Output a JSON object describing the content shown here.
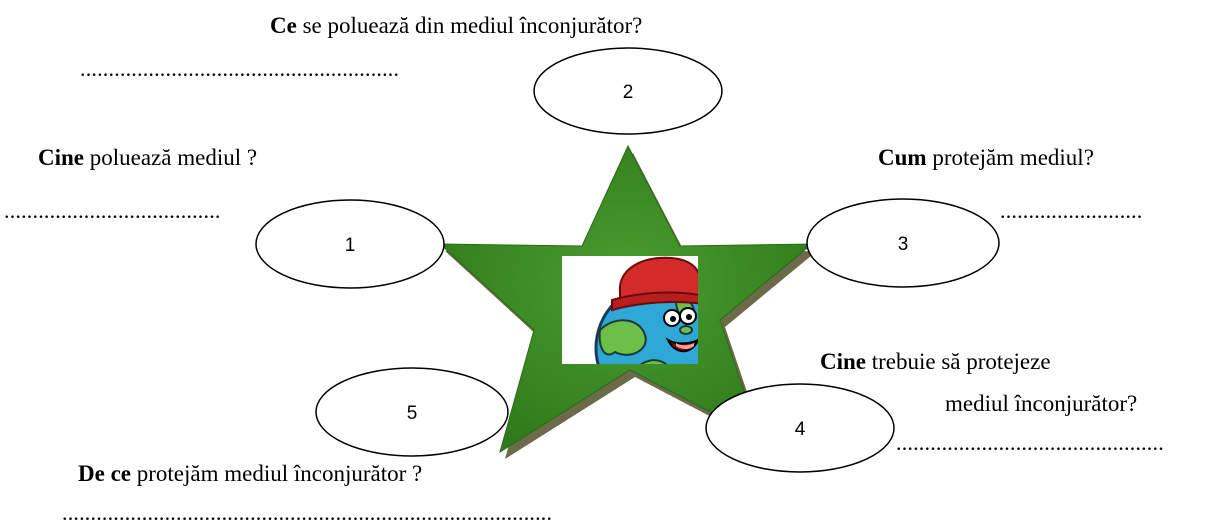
{
  "questions": {
    "q2": {
      "bold": "Ce",
      "rest": " se poluează din mediul înconjurător?"
    },
    "q1": {
      "bold": "Cine",
      "rest": " poluează mediul ?"
    },
    "q3": {
      "bold": "Cum",
      "rest": " protejăm mediul?"
    },
    "q4": {
      "bold": "Cine",
      "rest": " trebuie să protejeze",
      "line2": "mediul înconjurător?"
    },
    "q5": {
      "bold": "De ce",
      "rest": " protejăm mediul înconjurător ?"
    }
  },
  "answer_lines": {
    "a2": "........................................................",
    "a1": "......................................",
    "a3": ".........................",
    "a4": "...............................................",
    "a5": "......................................................................................"
  },
  "nodes": {
    "n1": "1",
    "n2": "2",
    "n3": "3",
    "n4": "4",
    "n5": "5"
  },
  "colors": {
    "star_fill": "#3a8a24",
    "star_shadow": "#6b6b4a",
    "hat": "#d42a2a",
    "globe": "#2fa8d8",
    "land": "#6cc04a"
  },
  "center_image": "cartoon-earth-with-red-hat"
}
